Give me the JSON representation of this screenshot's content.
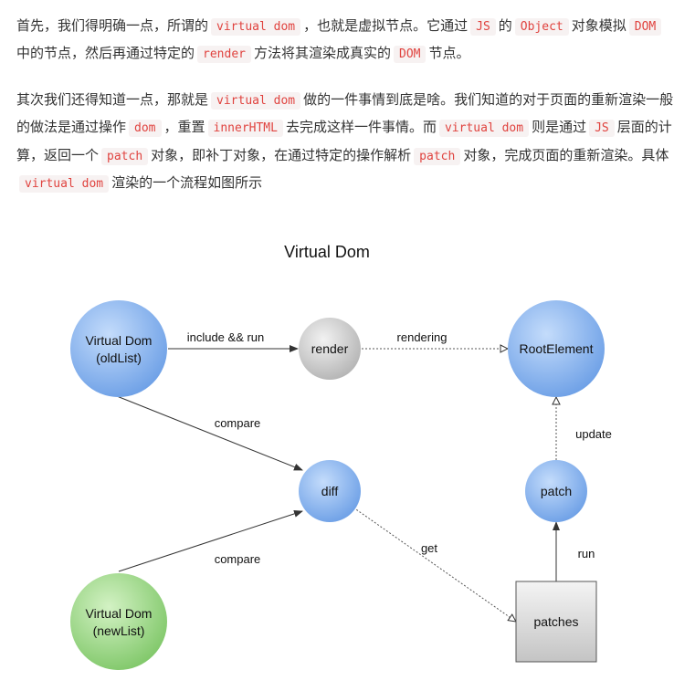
{
  "paragraph1": [
    {
      "t": "首先，我们得明确一点，所谓的"
    },
    {
      "c": "virtual dom"
    },
    {
      "t": "，也就是虚拟节点。它通过"
    },
    {
      "c": "JS"
    },
    {
      "t": "的"
    },
    {
      "c": "Object"
    },
    {
      "t": "对象模拟"
    },
    {
      "c": "DOM"
    },
    {
      "t": "中的节点，然后再通过特定的"
    },
    {
      "c": "render"
    },
    {
      "t": "方法将其渲染成真实的"
    },
    {
      "c": "DOM"
    },
    {
      "t": "节点。"
    }
  ],
  "paragraph2": [
    {
      "t": "其次我们还得知道一点，那就是"
    },
    {
      "c": "virtual dom"
    },
    {
      "t": "做的一件事情到底是啥。我们知道的对于页面的重新渲染一般的做法是通过操作"
    },
    {
      "c": "dom"
    },
    {
      "t": "，重置"
    },
    {
      "c": "innerHTML"
    },
    {
      "t": "去完成这样一件事情。而"
    },
    {
      "c": "virtual dom"
    },
    {
      "t": "则是通过"
    },
    {
      "c": "JS"
    },
    {
      "t": "层面的计算，返回一个"
    },
    {
      "c": "patch"
    },
    {
      "t": "对象，即补丁对象，在通过特定的操作解析"
    },
    {
      "c": "patch"
    },
    {
      "t": "对象，完成页面的重新渲染。具体"
    },
    {
      "c": "virtual dom"
    },
    {
      "t": "渲染的一个流程如图所示"
    }
  ],
  "diagram": {
    "title": "Virtual Dom",
    "nodes": {
      "old_list": [
        "Virtual Dom",
        "(oldList)"
      ],
      "new_list": [
        "Virtual Dom",
        "(newList)"
      ],
      "render": "render",
      "root": "RootElement",
      "diff": "diff",
      "patch": "patch",
      "patches": "patches"
    },
    "edges": {
      "include_run": "include && run",
      "rendering": "rendering",
      "compare_old": "compare",
      "compare_new": "compare",
      "get": "get",
      "run": "run",
      "update": "update"
    },
    "colors": {
      "blue_node": "#82aef0",
      "green_node": "#94d27e",
      "gray_node": "#c8c8c8",
      "patches_box": "#cfcfcf",
      "edge": "#333333"
    }
  }
}
